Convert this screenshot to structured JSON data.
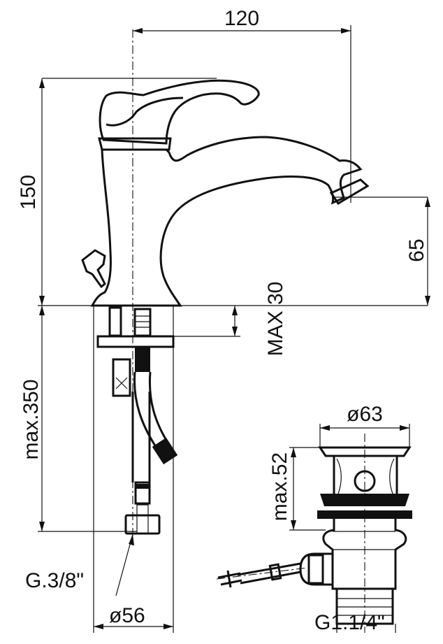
{
  "drawing": {
    "dimensions": {
      "width_top": "120",
      "height_total": "150",
      "spout_height": "65",
      "deck_max": "MAX 30",
      "hose_length": "max.350",
      "thread_inlet": "G.3/8\"",
      "base_diameter": "ø56",
      "waste_diameter": "ø63",
      "waste_height": "max.52",
      "waste_thread": "G1.1/4\""
    }
  }
}
